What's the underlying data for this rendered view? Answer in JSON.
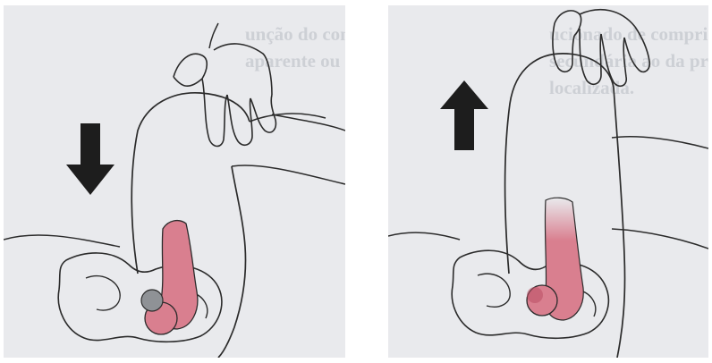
{
  "colors": {
    "background": "#e9eaed",
    "outline": "#2b2b2b",
    "muscle": "#d97f8f",
    "muscle_dark": "#b94f64",
    "bone_ball": "#8f9296",
    "arrow": "#1d1d1d",
    "bleed_text": "#b7bbc3"
  },
  "panels": [
    {
      "label": "left-panel",
      "arrow_direction": "down",
      "bleed_text": [
        "unção do comprimento do membro inferior pode",
        "aparente ou da protração unilateral de um pé ou de"
      ]
    },
    {
      "label": "right-panel",
      "arrow_direction": "up",
      "bleed_text": [
        "ucionado de comprimento do membro inferior pode",
        "secundária ao da pronação unilateral de um pé ou de",
        "localizada."
      ]
    }
  ],
  "icons": {
    "down_arrow": "arrow-down-icon",
    "up_arrow": "arrow-up-icon"
  }
}
